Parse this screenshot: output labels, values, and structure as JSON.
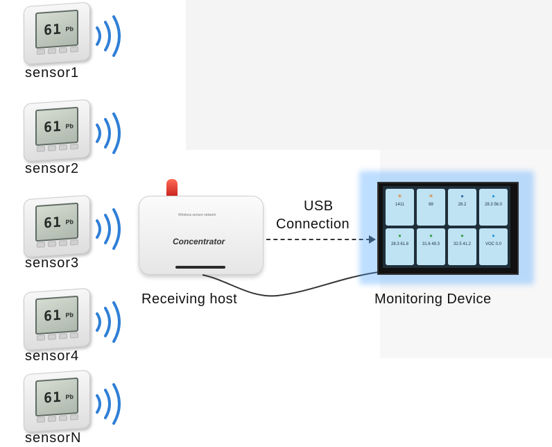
{
  "sensors": [
    {
      "label": "sensor1",
      "reading": "61",
      "unit": "Pb"
    },
    {
      "label": "sensor2",
      "reading": "61",
      "unit": "Pb"
    },
    {
      "label": "sensor3",
      "reading": "61",
      "unit": "Pb"
    },
    {
      "label": "sensor4",
      "reading": "61",
      "unit": "Pb"
    },
    {
      "label": "sensorN",
      "reading": "61",
      "unit": "Pb"
    }
  ],
  "receiver": {
    "label": "Receiving host",
    "device_name": "Concentrator",
    "device_subtitle": "Wireless sensor network"
  },
  "connection": {
    "line1": "USB",
    "line2": "Connection"
  },
  "monitor": {
    "label": "Monitoring Device",
    "tiles": [
      "1411",
      "88",
      "28.2",
      "28.3 56.0",
      "28.3 61.8",
      "31.6 49.3",
      "32.5 41.2",
      "VOC 0.0"
    ]
  },
  "colors": {
    "wave": "#2f7fd6",
    "antenna": "#d42b20",
    "glow": "#46a0ff",
    "tile": "#bfe3f3"
  }
}
